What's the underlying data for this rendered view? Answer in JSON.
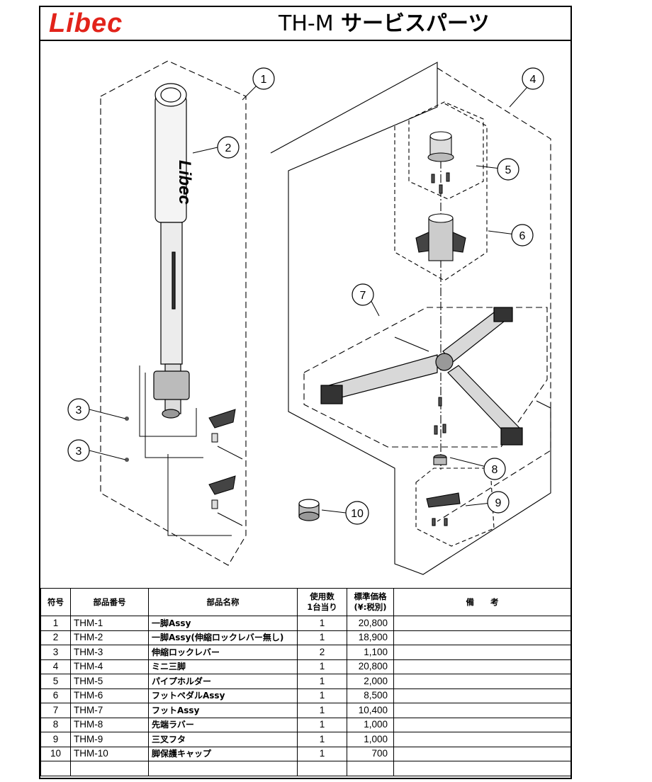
{
  "header": {
    "logo": "Libec",
    "title_model": "TH-M",
    "title_suffix": " サービスパーツ"
  },
  "colors": {
    "logo_red": "#e2231a",
    "line": "#000000"
  },
  "diagram": {
    "pole_text": "Libec",
    "callouts": [
      "1",
      "2",
      "3",
      "3",
      "4",
      "5",
      "6",
      "7",
      "8",
      "9",
      "10"
    ]
  },
  "table": {
    "headers": [
      "符号",
      "部品番号",
      "部品名称",
      "使用数\n1台当り",
      "標準価格\n(¥:税別)",
      "備　　考"
    ],
    "rows": [
      {
        "no": "1",
        "part": "THM-1",
        "name": "一脚Assy",
        "qty": "1",
        "price": "20,800",
        "note": ""
      },
      {
        "no": "2",
        "part": "THM-2",
        "name": "一脚Assy(伸縮ロックレバー無し)",
        "qty": "1",
        "price": "18,900",
        "note": ""
      },
      {
        "no": "3",
        "part": "THM-3",
        "name": "伸縮ロックレバー",
        "qty": "2",
        "price": "1,100",
        "note": ""
      },
      {
        "no": "4",
        "part": "THM-4",
        "name": "ミニ三脚",
        "qty": "1",
        "price": "20,800",
        "note": ""
      },
      {
        "no": "5",
        "part": "THM-5",
        "name": "パイプホルダー",
        "qty": "1",
        "price": "2,000",
        "note": ""
      },
      {
        "no": "6",
        "part": "THM-6",
        "name": "フットペダルAssy",
        "qty": "1",
        "price": "8,500",
        "note": ""
      },
      {
        "no": "7",
        "part": "THM-7",
        "name": "フットAssy",
        "qty": "1",
        "price": "10,400",
        "note": ""
      },
      {
        "no": "8",
        "part": "THM-8",
        "name": "先端ラバー",
        "qty": "1",
        "price": "1,000",
        "note": ""
      },
      {
        "no": "9",
        "part": "THM-9",
        "name": "三叉フタ",
        "qty": "1",
        "price": "1,000",
        "note": ""
      },
      {
        "no": "10",
        "part": "THM-10",
        "name": "脚保護キャップ",
        "qty": "1",
        "price": "700",
        "note": ""
      },
      {
        "no": "",
        "part": "",
        "name": "",
        "qty": "",
        "price": "",
        "note": ""
      }
    ]
  }
}
